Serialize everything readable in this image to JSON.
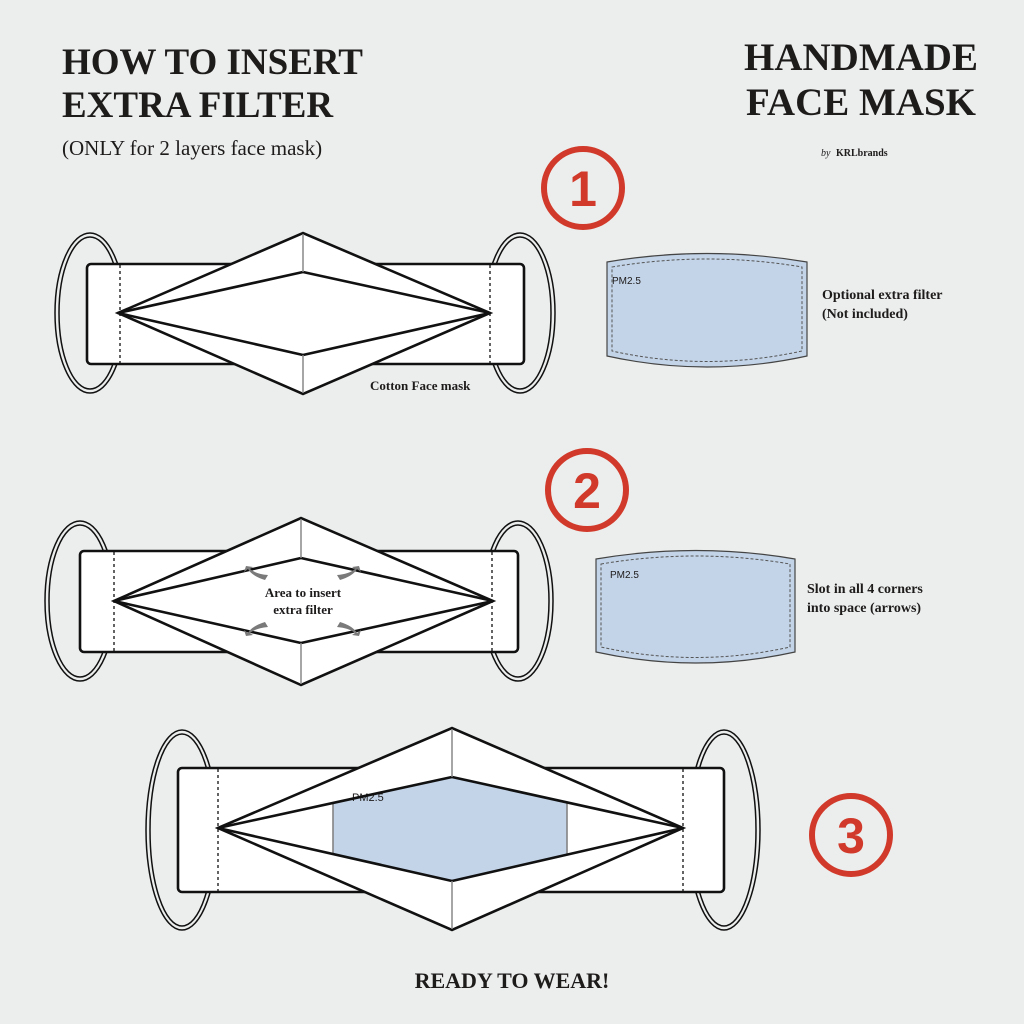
{
  "header": {
    "title_line1": "HOW TO INSERT",
    "title_line2": "EXTRA FILTER",
    "subtitle": "(ONLY for 2 layers face mask)",
    "brand_line1": "HANDMADE",
    "brand_line2": "FACE MASK",
    "byline_prefix": "by",
    "byline_brand": "KRLbrands"
  },
  "steps": [
    {
      "number": "1",
      "mask_label": "Cotton Face mask",
      "filter_label": "PM2.5",
      "note_line1": "Optional extra filter",
      "note_line2": "(Not included)"
    },
    {
      "number": "2",
      "mask_label_line1": "Area to insert",
      "mask_label_line2": "extra filter",
      "filter_label": "PM2.5",
      "note_line1": "Slot in all 4 corners",
      "note_line2": "into space (arrows)"
    },
    {
      "number": "3",
      "filter_label": "PM2.5"
    }
  ],
  "footer": {
    "text": "READY TO WEAR!"
  },
  "colors": {
    "accent": "#d13a2a",
    "filter": "#c3d4e8",
    "background": "#eceeed"
  }
}
